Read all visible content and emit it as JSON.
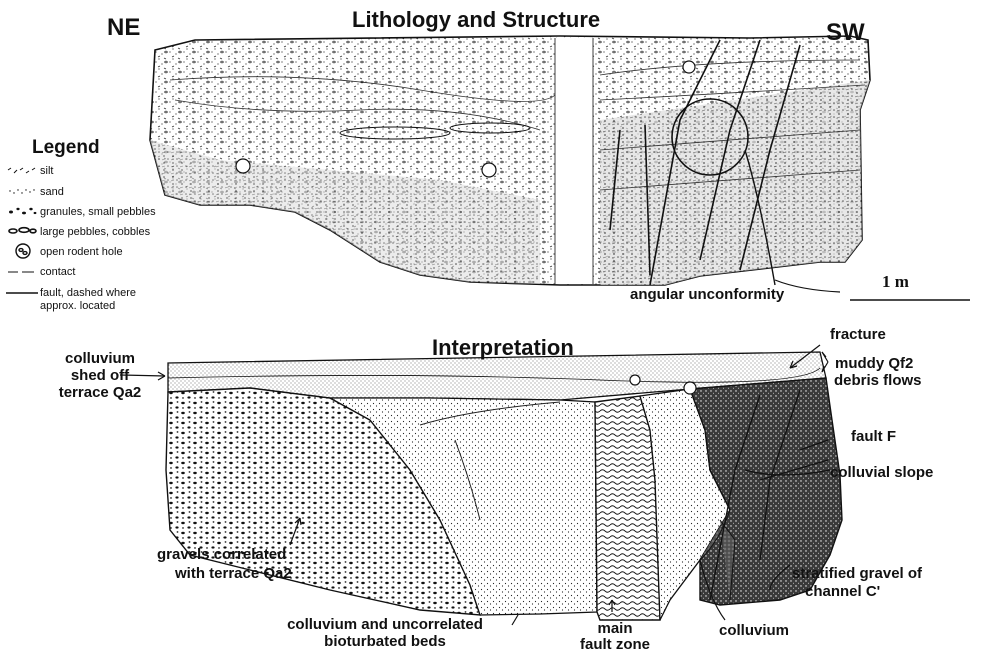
{
  "top_panel": {
    "title": "Lithology and Structure",
    "left_direction": "NE",
    "right_direction": "SW",
    "callout": "angular unconformity",
    "scale_label": "1 m"
  },
  "legend": {
    "title": "Legend",
    "items": [
      {
        "icon": "silt-symbol",
        "label": "silt"
      },
      {
        "icon": "sand-symbol",
        "label": "sand"
      },
      {
        "icon": "granules-symbol",
        "label": "granules, small pebbles"
      },
      {
        "icon": "pebbles-symbol",
        "label": "large pebbles, cobbles"
      },
      {
        "icon": "rodent-hole-symbol",
        "label": "open rodent hole"
      },
      {
        "icon": "contact-line-symbol",
        "label": "contact"
      },
      {
        "icon": "fault-line-symbol",
        "label": "fault, dashed where"
      },
      {
        "icon": "",
        "label": "approx. located"
      }
    ]
  },
  "bottom_panel": {
    "title": "Interpretation",
    "labels": {
      "colluvium_shed_1": "colluvium",
      "colluvium_shed_2": "shed off",
      "colluvium_shed_3": "terrace Qa2",
      "gravels_1": "gravels correlated",
      "gravels_2": "with terrace Qa2",
      "bioturbated_1": "colluvium and uncorrelated",
      "bioturbated_2": "bioturbated beds",
      "main_fault_1": "main",
      "main_fault_2": "fault zone",
      "colluvium": "colluvium",
      "fracture": "fracture",
      "muddy_1": "muddy Qf2",
      "muddy_2": "debris flows",
      "fault_f": "fault F",
      "colluvial_slope": "colluvial slope",
      "stratified_1": "stratified gravel of",
      "stratified_2": "channel C'"
    }
  }
}
